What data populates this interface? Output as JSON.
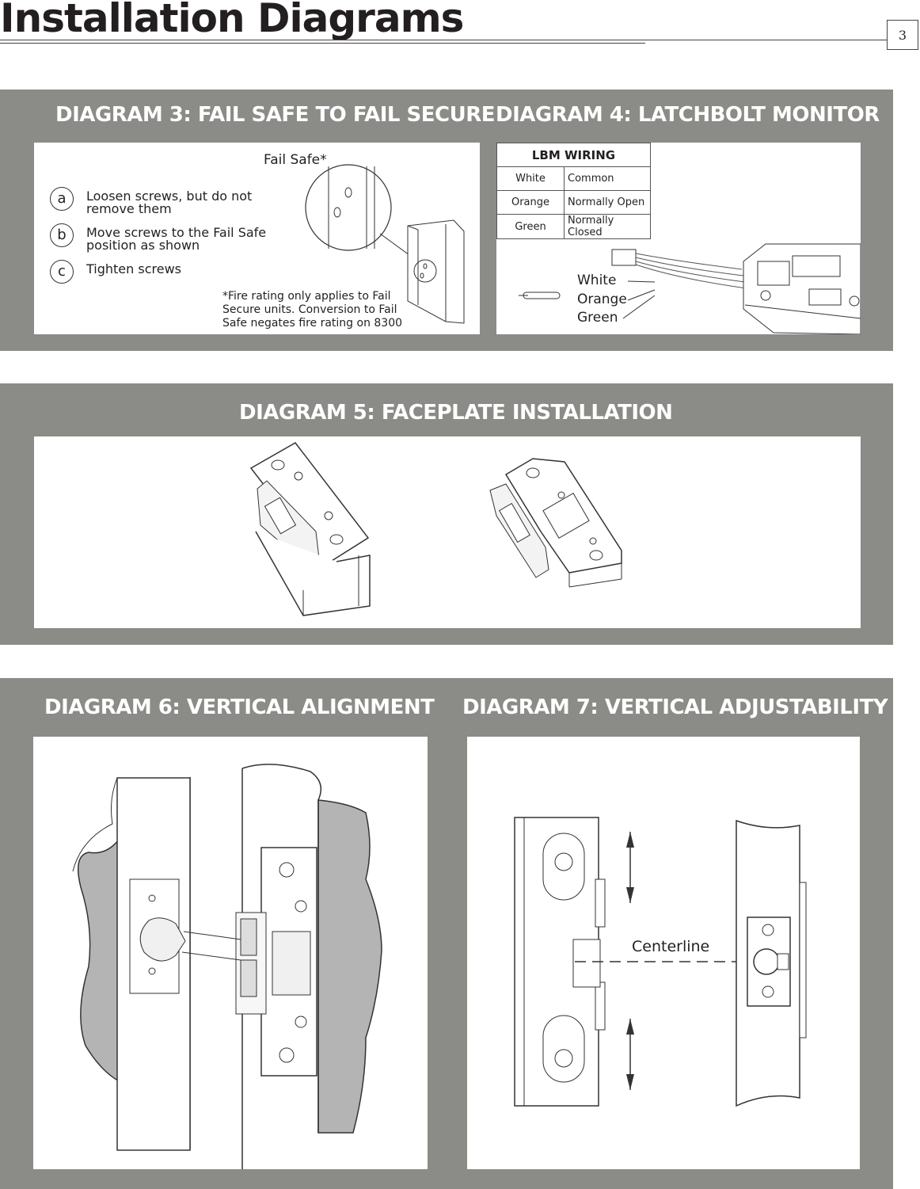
{
  "page": {
    "title": "Installation Diagrams",
    "number": "3"
  },
  "diagram3": {
    "heading": "DIAGRAM 3: FAIL SAFE TO FAIL SECURE",
    "callout_label": "Fail Safe*",
    "steps": [
      {
        "letter": "a",
        "text": "Loosen screws, but do not remove them"
      },
      {
        "letter": "b",
        "text": "Move screws to the Fail Safe position as shown"
      },
      {
        "letter": "c",
        "text": "Tighten screws"
      }
    ],
    "footnote": "*Fire rating only applies to Fail Secure units.  Conversion to Fail Safe negates fire rating on 8300"
  },
  "diagram4": {
    "heading": "DIAGRAM 4: LATCHBOLT MONITOR",
    "table_title": "LBM WIRING",
    "rows": [
      {
        "wire": "White",
        "function": "Common"
      },
      {
        "wire": "Orange",
        "function": "Normally Open"
      },
      {
        "wire": "Green",
        "function": "Normally Closed"
      }
    ],
    "wire_labels": [
      "White",
      "Orange",
      "Green"
    ]
  },
  "diagram5": {
    "heading": "DIAGRAM 5: FACEPLATE INSTALLATION"
  },
  "diagram6": {
    "heading": "DIAGRAM 6: VERTICAL  ALIGNMENT"
  },
  "diagram7": {
    "heading": "DIAGRAM 7: VERTICAL ADJUSTABILITY",
    "centerline_label": "Centerline"
  },
  "colors": {
    "band": "#8b8b87",
    "door_shade": "#b4b4b4",
    "text": "#231f20"
  }
}
